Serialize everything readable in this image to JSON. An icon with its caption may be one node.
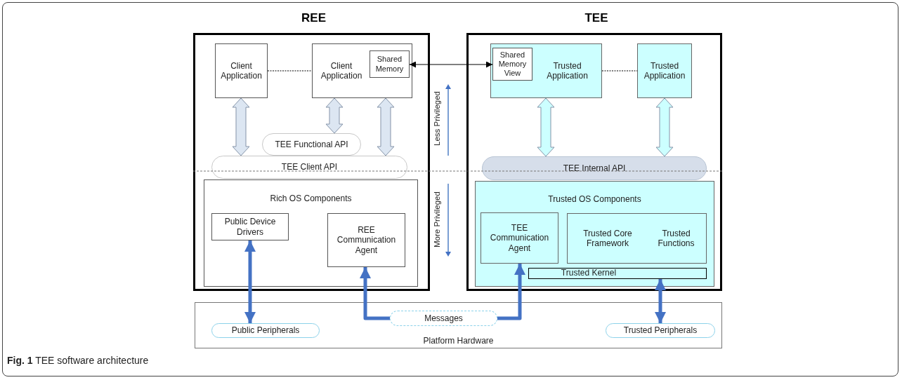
{
  "diagram": {
    "caption": "**Fig. 1** TEE software architecture",
    "nodes": [
      {
        "text": [
          "REE"
        ]
      },
      {
        "text": [
          "Client Application"
        ],
        "in": 0
      },
      {
        "text": [
          "Client Application"
        ],
        "in": 0
      },
      {
        "text": [
          "Shared Memory"
        ],
        "in": 2
      },
      {
        "text": [
          "TEE Functional API"
        ],
        "in": 0
      },
      {
        "text": [
          "TEE Client API"
        ],
        "in": 0
      },
      {
        "text": [
          "Rich OS Components"
        ],
        "in": 0
      },
      {
        "text": [
          "Public Device Drivers"
        ],
        "in": 6
      },
      {
        "text": [
          "REE Communication Agent"
        ],
        "in": 6
      },
      {
        "text": [
          "TEE"
        ]
      },
      {
        "text": [
          "Trusted Application"
        ],
        "in": 9
      },
      {
        "text": [
          "Shared Memory View"
        ],
        "in": 10
      },
      {
        "text": [
          "Trusted Application"
        ],
        "in": 9
      },
      {
        "text": [
          "TEE Internal API"
        ],
        "in": 9
      },
      {
        "text": [
          "Trusted OS Components"
        ],
        "in": 9
      },
      {
        "text": [
          "TEE Communication Agent"
        ],
        "in": 14
      },
      {
        "text": [
          "Trusted Core Framework",
          "Trusted Functions"
        ],
        "in": 14
      },
      {
        "text": [
          "Trusted Kernel"
        ],
        "in": 14
      },
      {
        "text": [
          "Platform Hardware"
        ]
      },
      {
        "text": [
          "Public Peripherals"
        ],
        "in": 18
      },
      {
        "text": [
          "Messages"
        ],
        "in": 18
      },
      {
        "text": [
          "Trusted Peripherals"
        ],
        "in": 18
      }
    ],
    "edges": [
      {
        "from": 1,
        "to": 2,
        "arrow": "none",
        "style": "dashed",
        "color": "#000000"
      },
      {
        "from": 3,
        "to": 11,
        "arrow": "both",
        "color": "#000000"
      },
      {
        "from": 10,
        "to": 12,
        "arrow": "none",
        "style": "dashed",
        "color": "#000000"
      },
      {
        "from": 1,
        "to": 5,
        "arrow": "both",
        "style": "thick",
        "color": "#dce6f2"
      },
      {
        "from": 2,
        "to": 4,
        "arrow": "both",
        "style": "thick",
        "color": "#dce6f2"
      },
      {
        "from": 2,
        "to": 5,
        "arrow": "both",
        "style": "thick",
        "color": "#dce6f2"
      },
      {
        "from": 10,
        "to": 13,
        "arrow": "both",
        "style": "thick",
        "color": "#ccffff"
      },
      {
        "from": 12,
        "to": 13,
        "arrow": "both",
        "style": "thick",
        "color": "#ccffff"
      },
      {
        "from": 7,
        "to": 19,
        "arrow": "both",
        "color": "#4472c4"
      },
      {
        "from": 20,
        "to": 8,
        "arrow": "to",
        "color": "#4472c4"
      },
      {
        "from": 20,
        "to": 15,
        "arrow": "to",
        "color": "#4472c4"
      },
      {
        "from": 17,
        "to": 21,
        "arrow": "both",
        "color": "#4472c4"
      }
    ],
    "labels": [
      "Less Privileged",
      "More Privileged"
    ]
  }
}
